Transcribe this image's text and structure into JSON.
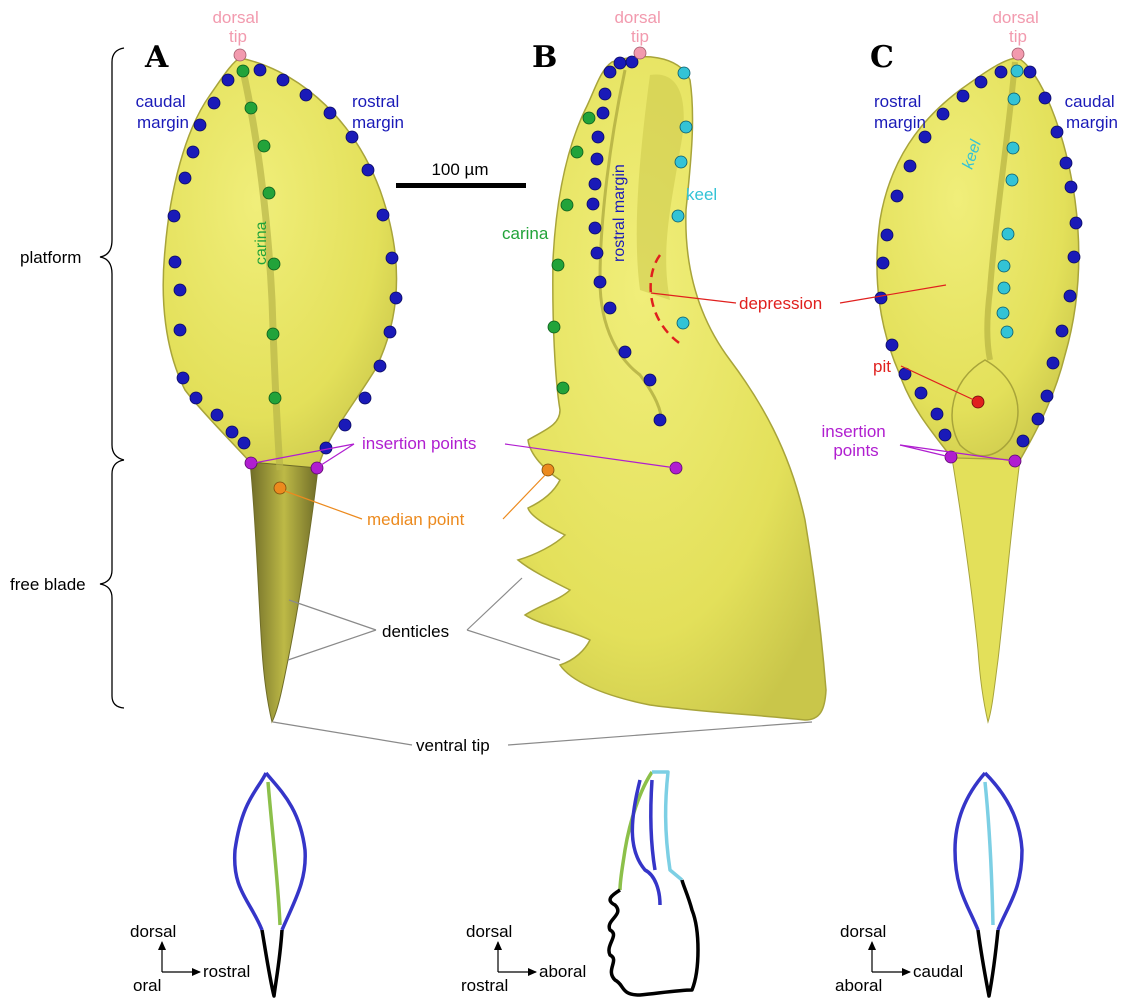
{
  "panels": {
    "a": "A",
    "b": "B",
    "c": "C"
  },
  "labels": {
    "dorsal_tip": [
      "dorsal",
      "tip"
    ],
    "caudal_margin": [
      "caudal",
      "margin"
    ],
    "rostral_margin": [
      "rostral",
      "margin"
    ],
    "rostral_margin_inline": "rostral margin",
    "carina": "carina",
    "keel": "keel",
    "scale_bar": "100 µm",
    "platform": "platform",
    "free_blade": "free blade",
    "insertion_points": "insertion points",
    "insertion_points_c": [
      "insertion",
      "points"
    ],
    "median_point": "median point",
    "denticles": "denticles",
    "ventral_tip": "ventral tip",
    "depression": "depression",
    "pit": "pit"
  },
  "axes": {
    "a": {
      "up": "dorsal",
      "right": "rostral",
      "origin": "oral"
    },
    "b": {
      "up": "dorsal",
      "right": "aboral",
      "origin": "rostral"
    },
    "c": {
      "up": "dorsal",
      "right": "caudal",
      "origin": "aboral"
    }
  },
  "colors": {
    "element_fill": "#e3e05a",
    "element_edge": "#a8a43a",
    "blade_dark": "#8d8a34",
    "margin_blue": "#1a1ab8",
    "carina_green": "#22a33a",
    "keel_cyan": "#33c3d6",
    "pink": "#f29aae",
    "purple": "#b01ed0",
    "orange": "#ec8a1e",
    "red": "#e0201e",
    "outline_blue": "#3535c8",
    "outline_green": "#8cc04a",
    "outline_cyan": "#7ccfe4",
    "leader_grey": "#8a8a8a"
  }
}
